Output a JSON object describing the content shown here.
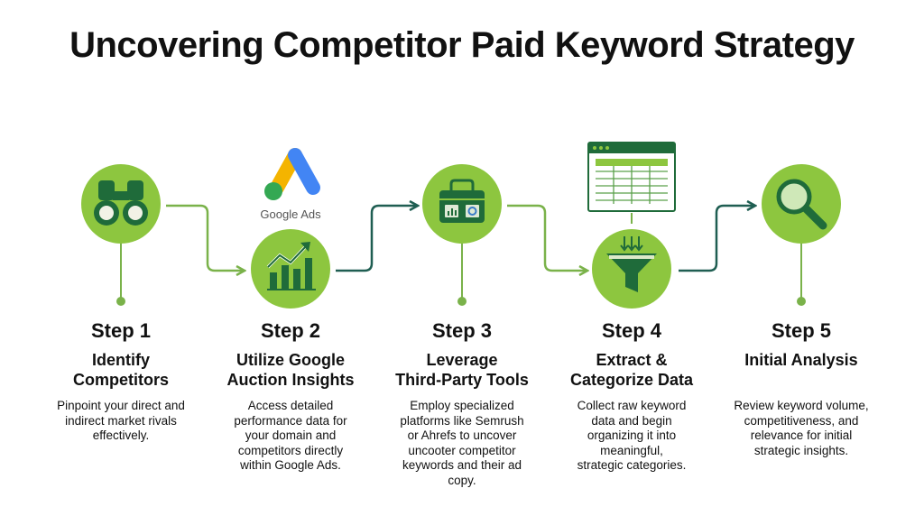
{
  "title": "Uncovering Competitor Paid Keyword Strategy",
  "logo_text": "Google Ads",
  "colors": {
    "circle_green": "#8dc63f",
    "icon_dark_green": "#1f6b3a",
    "connector_green": "#7ab24a",
    "connector_teal": "#1f5e52"
  },
  "steps": [
    {
      "label": "Step 1",
      "title_lines": [
        "Identify",
        "Competitors"
      ],
      "description_lines": [
        "Pinpoint your direct and",
        "indirect market rivals",
        "effectively."
      ],
      "icon": "binoculars-icon"
    },
    {
      "label": "Step 2",
      "title_lines": [
        "Utilize Google",
        "Auction Insights"
      ],
      "description_lines": [
        "Access detailed",
        "performance data for",
        "your domain and",
        "competitors directly",
        "within Google Ads."
      ],
      "icon": "chart-growth-icon"
    },
    {
      "label": "Step 3",
      "title_lines": [
        "Leverage",
        "Third-Party Tools"
      ],
      "description_lines": [
        "Employ specialized",
        "platforms like Semrush",
        "or Ahrefs to uncover",
        "uncooter competitor",
        "keywords and their ad",
        "copy."
      ],
      "icon": "toolbox-icon"
    },
    {
      "label": "Step 4",
      "title_lines": [
        "Extract &",
        "Categorize Data"
      ],
      "description_lines": [
        "Collect raw keyword",
        "data and begin",
        "organizing it into",
        "meaningful,",
        "strategic categories."
      ],
      "icon": "funnel-icon"
    },
    {
      "label": "Step 5",
      "title_lines": [
        "Initial Analysis"
      ],
      "description_lines": [
        "Review keyword volume,",
        "competitiveness, and",
        "relevance for initial",
        "strategic insights."
      ],
      "icon": "magnifier-icon"
    }
  ]
}
